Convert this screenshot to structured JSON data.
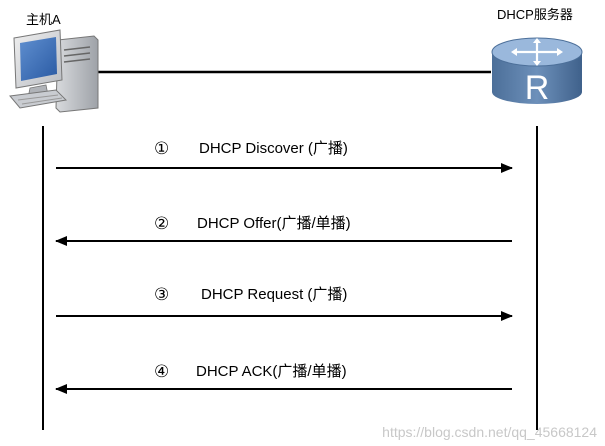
{
  "host": {
    "label": "主机A",
    "icon": "desktop-computer-icon"
  },
  "server": {
    "label": "DHCP服务器",
    "icon": "router-icon",
    "icon_letter": "R"
  },
  "messages": [
    {
      "num": "①",
      "label": "DHCP Discover (广播)",
      "direction": "host-to-server"
    },
    {
      "num": "②",
      "label": "DHCP Offer(广播/单播)",
      "direction": "server-to-host"
    },
    {
      "num": "③",
      "label": "DHCP Request (广播)",
      "direction": "host-to-server"
    },
    {
      "num": "④",
      "label": "DHCP ACK(广播/单播)",
      "direction": "server-to-host"
    }
  ],
  "watermark": "https://blog.csdn.net/qq_45668124",
  "colors": {
    "router_body": "#5d7fa8",
    "router_top": "#8fb0d6",
    "line": "#000000"
  }
}
